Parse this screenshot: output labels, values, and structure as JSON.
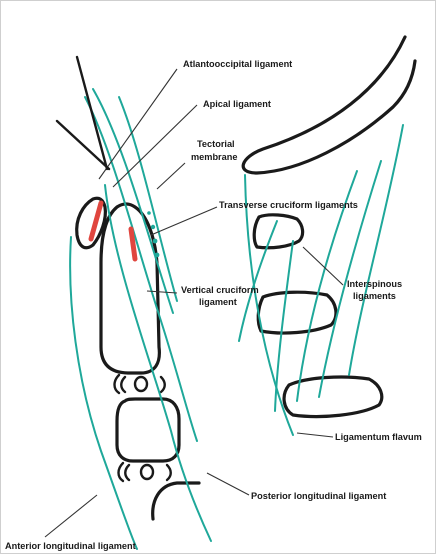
{
  "labels": {
    "atlantooccipital": "Atlantooccipital ligament",
    "apical": "Apical ligament",
    "tectorial_1": "Tectorial",
    "tectorial_2": "membrane",
    "transverse_cruciform": "Transverse cruciform ligaments",
    "vertical_cruciform_1": "Vertical cruciform",
    "vertical_cruciform_2": "ligament",
    "interspinous_1": "Interspinous",
    "interspinous_2": "ligaments",
    "ligamentum_flavum": "Ligamentum flavum",
    "posterior_longitudinal": "Posterior longitudinal ligament",
    "anterior_longitudinal": "Anterior longitudinal ligament"
  },
  "colors": {
    "bone_outline": "#1a1a1a",
    "ligament": "#1fa89a",
    "highlight": "#e0463f",
    "leader": "#333333"
  }
}
